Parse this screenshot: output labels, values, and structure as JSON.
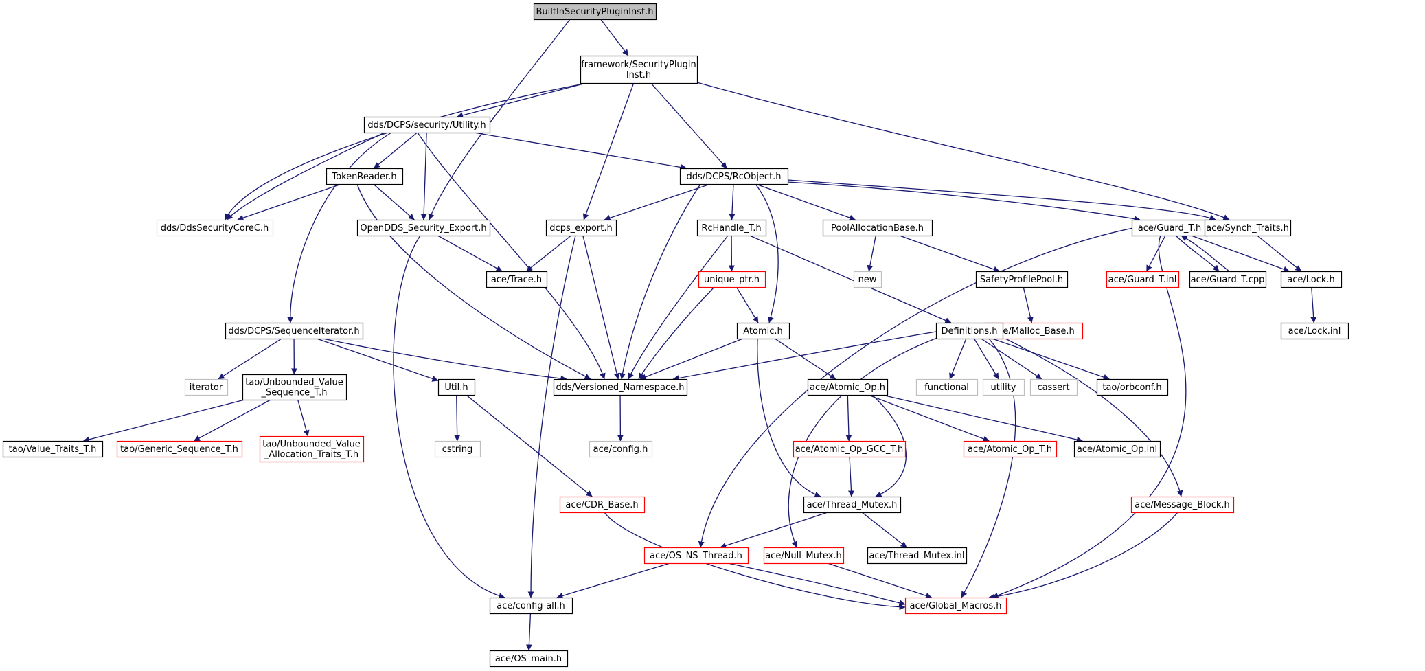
{
  "diagram": {
    "colors": {
      "edge": "#191970",
      "border_normal": "#000000",
      "border_missing": "#bfbfbf",
      "border_truncated": "#ff0000",
      "fill_root": "#bfbfbf",
      "fill_node": "#ffffff",
      "text_normal": "#000000",
      "text_missing": "#666666"
    },
    "nodes": [
      {
        "id": "root",
        "lines": [
          "BuiltInSecurityPluginInst.h"
        ],
        "kind": "root"
      },
      {
        "id": "fsp",
        "lines": [
          "framework/SecurityPlugin",
          "Inst.h"
        ],
        "kind": "normal"
      },
      {
        "id": "util",
        "lines": [
          "dds/DCPS/security/Utility.h"
        ],
        "kind": "normal"
      },
      {
        "id": "dsc",
        "lines": [
          "dds/DdsSecurityCoreC.h"
        ],
        "kind": "missing"
      },
      {
        "id": "tok",
        "lines": [
          "TokenReader.h"
        ],
        "kind": "normal"
      },
      {
        "id": "ose",
        "lines": [
          "OpenDDS_Security_Export.h"
        ],
        "kind": "normal"
      },
      {
        "id": "rco",
        "lines": [
          "dds/DCPS/RcObject.h"
        ],
        "kind": "normal"
      },
      {
        "id": "dex",
        "lines": [
          "dcps_export.h"
        ],
        "kind": "normal"
      },
      {
        "id": "trace",
        "lines": [
          "ace/Trace.h"
        ],
        "kind": "normal"
      },
      {
        "id": "rch",
        "lines": [
          "RcHandle_T.h"
        ],
        "kind": "normal"
      },
      {
        "id": "uptr",
        "lines": [
          "unique_ptr.h"
        ],
        "kind": "truncated"
      },
      {
        "id": "pab",
        "lines": [
          "PoolAllocationBase.h"
        ],
        "kind": "normal"
      },
      {
        "id": "new",
        "lines": [
          "new"
        ],
        "kind": "missing"
      },
      {
        "id": "spp",
        "lines": [
          "SafetyProfilePool.h"
        ],
        "kind": "normal"
      },
      {
        "id": "mb",
        "lines": [
          "ace/Malloc_Base.h"
        ],
        "kind": "truncated"
      },
      {
        "id": "guard",
        "lines": [
          "ace/Guard_T.h"
        ],
        "kind": "normal"
      },
      {
        "id": "ginl",
        "lines": [
          "ace/Guard_T.inl"
        ],
        "kind": "truncated"
      },
      {
        "id": "gcpp",
        "lines": [
          "ace/Guard_T.cpp"
        ],
        "kind": "normal"
      },
      {
        "id": "synch",
        "lines": [
          "ace/Synch_Traits.h"
        ],
        "kind": "normal"
      },
      {
        "id": "lock",
        "lines": [
          "ace/Lock.h"
        ],
        "kind": "normal"
      },
      {
        "id": "linl",
        "lines": [
          "ace/Lock.inl"
        ],
        "kind": "normal"
      },
      {
        "id": "seqit",
        "lines": [
          "dds/DCPS/SequenceIterator.h"
        ],
        "kind": "normal"
      },
      {
        "id": "iter",
        "lines": [
          "iterator"
        ],
        "kind": "missing"
      },
      {
        "id": "tuvs",
        "lines": [
          "tao/Unbounded_Value",
          "_Sequence_T.h"
        ],
        "kind": "normal"
      },
      {
        "id": "tvt",
        "lines": [
          "tao/Value_Traits_T.h"
        ],
        "kind": "normal"
      },
      {
        "id": "tgs",
        "lines": [
          "tao/Generic_Sequence_T.h"
        ],
        "kind": "truncated"
      },
      {
        "id": "tuva",
        "lines": [
          "tao/Unbounded_Value",
          "_Allocation_Traits_T.h"
        ],
        "kind": "truncated"
      },
      {
        "id": "utilh",
        "lines": [
          "Util.h"
        ],
        "kind": "normal"
      },
      {
        "id": "cstr",
        "lines": [
          "cstring"
        ],
        "kind": "missing"
      },
      {
        "id": "cdr",
        "lines": [
          "ace/CDR_Base.h"
        ],
        "kind": "truncated"
      },
      {
        "id": "vns",
        "lines": [
          "dds/Versioned_Namespace.h"
        ],
        "kind": "normal"
      },
      {
        "id": "cfg",
        "lines": [
          "ace/config.h"
        ],
        "kind": "missing"
      },
      {
        "id": "atomic",
        "lines": [
          "Atomic.h"
        ],
        "kind": "normal"
      },
      {
        "id": "aop",
        "lines": [
          "ace/Atomic_Op.h"
        ],
        "kind": "normal"
      },
      {
        "id": "aogcc",
        "lines": [
          "ace/Atomic_Op_GCC_T.h"
        ],
        "kind": "truncated"
      },
      {
        "id": "aot",
        "lines": [
          "ace/Atomic_Op_T.h"
        ],
        "kind": "truncated"
      },
      {
        "id": "aoinl",
        "lines": [
          "ace/Atomic_Op.inl"
        ],
        "kind": "normal"
      },
      {
        "id": "tm",
        "lines": [
          "ace/Thread_Mutex.h"
        ],
        "kind": "normal"
      },
      {
        "id": "tminl",
        "lines": [
          "ace/Thread_Mutex.inl"
        ],
        "kind": "normal"
      },
      {
        "id": "osns",
        "lines": [
          "ace/OS_NS_Thread.h"
        ],
        "kind": "truncated"
      },
      {
        "id": "nm",
        "lines": [
          "ace/Null_Mutex.h"
        ],
        "kind": "truncated"
      },
      {
        "id": "gm",
        "lines": [
          "ace/Global_Macros.h"
        ],
        "kind": "truncated"
      },
      {
        "id": "cfgall",
        "lines": [
          "ace/config-all.h"
        ],
        "kind": "normal"
      },
      {
        "id": "osmain",
        "lines": [
          "ace/OS_main.h"
        ],
        "kind": "normal"
      },
      {
        "id": "defs",
        "lines": [
          "Definitions.h"
        ],
        "kind": "normal"
      },
      {
        "id": "func",
        "lines": [
          "functional"
        ],
        "kind": "missing"
      },
      {
        "id": "utility",
        "lines": [
          "utility"
        ],
        "kind": "missing"
      },
      {
        "id": "cassert",
        "lines": [
          "cassert"
        ],
        "kind": "missing"
      },
      {
        "id": "orbconf",
        "lines": [
          "tao/orbconf.h"
        ],
        "kind": "normal"
      },
      {
        "id": "msgb",
        "lines": [
          "ace/Message_Block.h"
        ],
        "kind": "truncated"
      }
    ],
    "edges": [
      [
        "root",
        "fsp"
      ],
      [
        "root",
        "ose"
      ],
      [
        "fsp",
        "util"
      ],
      [
        "fsp",
        "dsc"
      ],
      [
        "fsp",
        "rco"
      ],
      [
        "fsp",
        "dex"
      ],
      [
        "fsp",
        "synch"
      ],
      [
        "util",
        "dsc"
      ],
      [
        "util",
        "tok"
      ],
      [
        "util",
        "ose"
      ],
      [
        "util",
        "rco"
      ],
      [
        "util",
        "seqit"
      ],
      [
        "util",
        "vns"
      ],
      [
        "tok",
        "dsc"
      ],
      [
        "tok",
        "ose"
      ],
      [
        "tok",
        "vns"
      ],
      [
        "ose",
        "trace"
      ],
      [
        "ose",
        "cfgall"
      ],
      [
        "dex",
        "trace"
      ],
      [
        "dex",
        "vns"
      ],
      [
        "dex",
        "cfgall"
      ],
      [
        "rco",
        "dex"
      ],
      [
        "rco",
        "vns"
      ],
      [
        "rco",
        "rch"
      ],
      [
        "rco",
        "atomic"
      ],
      [
        "rco",
        "pab"
      ],
      [
        "rco",
        "guard"
      ],
      [
        "rco",
        "synch"
      ],
      [
        "rch",
        "uptr"
      ],
      [
        "rch",
        "vns"
      ],
      [
        "rch",
        "defs"
      ],
      [
        "uptr",
        "atomic"
      ],
      [
        "uptr",
        "vns"
      ],
      [
        "pab",
        "new"
      ],
      [
        "pab",
        "spp"
      ],
      [
        "spp",
        "mb"
      ],
      [
        "guard",
        "osns"
      ],
      [
        "guard",
        "ginl"
      ],
      [
        "guard",
        "gcpp"
      ],
      [
        "guard",
        "lock"
      ],
      [
        "guard",
        "gm"
      ],
      [
        "gcpp",
        "guard"
      ],
      [
        "synch",
        "lock"
      ],
      [
        "lock",
        "linl"
      ],
      [
        "seqit",
        "iter"
      ],
      [
        "seqit",
        "tuvs"
      ],
      [
        "seqit",
        "utilh"
      ],
      [
        "seqit",
        "vns"
      ],
      [
        "tuvs",
        "tvt"
      ],
      [
        "tuvs",
        "tgs"
      ],
      [
        "tuvs",
        "tuva"
      ],
      [
        "utilh",
        "cstr"
      ],
      [
        "utilh",
        "cdr"
      ],
      [
        "cdr",
        "gm"
      ],
      [
        "vns",
        "cfg"
      ],
      [
        "atomic",
        "vns"
      ],
      [
        "atomic",
        "aop"
      ],
      [
        "atomic",
        "tm"
      ],
      [
        "aop",
        "aogcc"
      ],
      [
        "aop",
        "aot"
      ],
      [
        "aop",
        "aoinl"
      ],
      [
        "aop",
        "tm"
      ],
      [
        "aogcc",
        "tm"
      ],
      [
        "tm",
        "osns"
      ],
      [
        "tm",
        "tminl"
      ],
      [
        "osns",
        "cfgall"
      ],
      [
        "osns",
        "gm"
      ],
      [
        "nm",
        "gm"
      ],
      [
        "cfgall",
        "osmain"
      ],
      [
        "defs",
        "vns"
      ],
      [
        "defs",
        "func"
      ],
      [
        "defs",
        "utility"
      ],
      [
        "defs",
        "cassert"
      ],
      [
        "defs",
        "orbconf"
      ],
      [
        "defs",
        "nm"
      ],
      [
        "defs",
        "gm"
      ],
      [
        "defs",
        "msgb"
      ],
      [
        "msgb",
        "gm"
      ]
    ]
  }
}
